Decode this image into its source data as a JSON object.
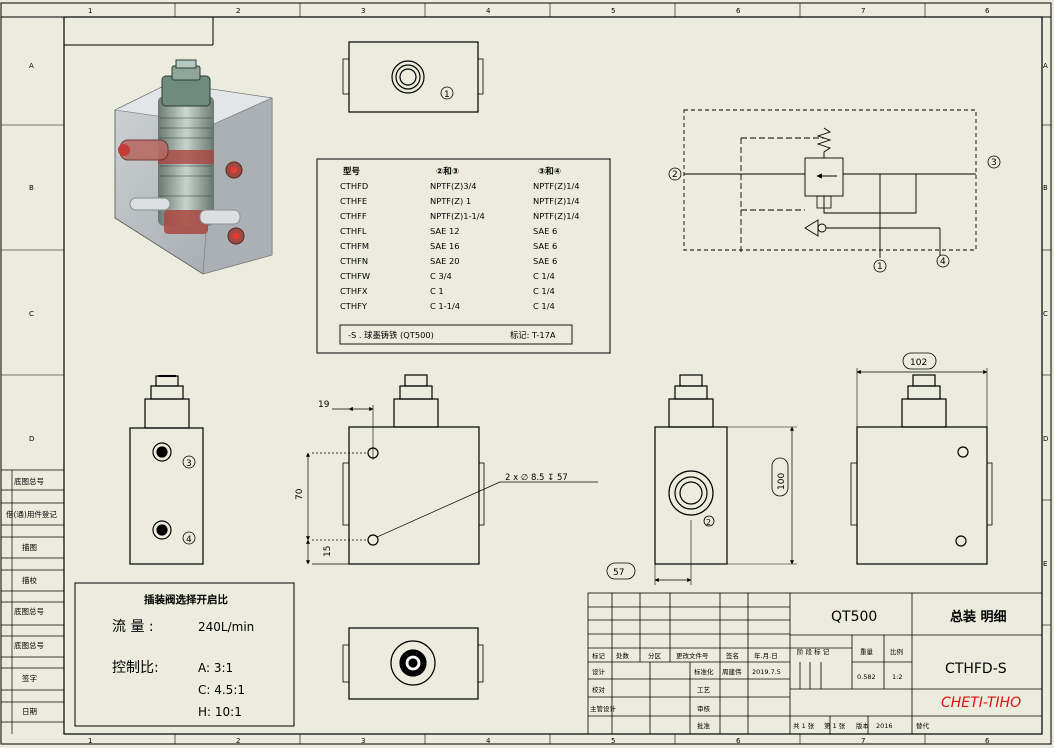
{
  "border": {
    "columns": [
      "1",
      "2",
      "3",
      "4",
      "5",
      "6",
      "7",
      "6"
    ],
    "rows": [
      "A",
      "B",
      "C",
      "D",
      "E"
    ]
  },
  "side_labels": [
    "底图总号",
    "借(通)用件登记",
    "描图",
    "描校",
    "底图总号",
    "底图总号",
    "签字",
    "日期"
  ],
  "views": {
    "top_port": "1",
    "left_port_a": "3",
    "left_port_b": "4",
    "right_port": "2"
  },
  "model_table": {
    "headers": [
      "型号",
      "②和③",
      "③和④"
    ],
    "rows": [
      [
        "CTHFD",
        "NPTF(Z)3/4",
        "NPTF(Z)1/4"
      ],
      [
        "CTHFE",
        "NPTF(Z)  1",
        "NPTF(Z)1/4"
      ],
      [
        "CTHFF",
        "NPTF(Z)1-1/4",
        "NPTF(Z)1/4"
      ],
      [
        "CTHFL",
        "SAE   12",
        "SAE   6"
      ],
      [
        "CTHFM",
        "SAE   16",
        "SAE   6"
      ],
      [
        "CTHFN",
        "SAE   20",
        "SAE   6"
      ],
      [
        "CTHFW",
        "C    3/4",
        "C    1/4"
      ],
      [
        "CTHFX",
        "C    1",
        "C    1/4"
      ],
      [
        "CTHFY",
        "C    1-1/4",
        "C    1/4"
      ]
    ],
    "footer_left": "-S  .  球墨铸铁 (QT500)",
    "footer_right": "标记: T-17A"
  },
  "circuit": {
    "port_1": "1",
    "port_2": "2",
    "port_3": "3",
    "port_4": "4"
  },
  "dimensions": {
    "d19": "19",
    "d70": "70",
    "d15": "15",
    "hole_note": "2 x  ∅ 8.5  ↧  57",
    "d57": "57",
    "d102": "102",
    "d100": "100"
  },
  "notes": {
    "title": "插装阀选择开启比",
    "flow_label": "流 量 :",
    "flow_value": "240L/min",
    "ratio_label": "控制比:",
    "ratios": [
      "A:   3:1",
      "C:  4.5:1",
      "H:   10:1"
    ]
  },
  "title_block": {
    "material": "QT500",
    "drawing_name": "总装 明细",
    "drawing_no": "CTHFD-S",
    "brand": "CHETI-TIHO",
    "stage_mark": "阶 段 标 记",
    "weight_label": "重量",
    "scale_label": "比例",
    "weight": "0.582",
    "scale": "1:2",
    "rev_headers": [
      "标记",
      "处数",
      "分区",
      "更改文件号",
      "签名",
      "年.月.日"
    ],
    "row_labels": [
      "设计",
      "校对",
      "主管设计"
    ],
    "standard_label": "标准化",
    "standard_sign": "周建伟",
    "date": "2019.7.5",
    "process_label": "工艺",
    "review_label": "审核",
    "approve_label": "批准",
    "sheets": "共 1 张",
    "sheet_no": "第 1 张",
    "version_label": "版本",
    "version": "2016",
    "replace_label": "替代"
  }
}
